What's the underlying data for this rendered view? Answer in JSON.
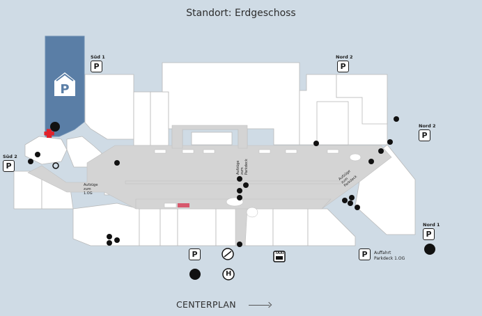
{
  "header": {
    "title": "Standort: Erdgeschoss"
  },
  "parking": {
    "sued1": {
      "label": "Süd 1",
      "glyph": "P"
    },
    "sued2": {
      "label": "Süd 2",
      "glyph": "P"
    },
    "nord2_top": {
      "label": "Nord 2",
      "glyph": "P"
    },
    "nord2_right": {
      "label": "Nord 2",
      "glyph": "P"
    },
    "nord1": {
      "label": "Nord 1",
      "glyph": "P"
    },
    "bottom": {
      "glyph": "P"
    },
    "parkdeck": {
      "glyph": "P",
      "line1": "Auffahrt",
      "line2": "Parkdeck 1.OG"
    }
  },
  "labels": {
    "aufzuege_left": "Aufzüge zum 1.OG",
    "aufzuege_right": "Aufzüge zum Parkdeck",
    "aufzuege_center": "Aufzüge zum Parkdeck",
    "taxi": "TAXI",
    "bus": "H"
  },
  "footer": {
    "link": "CENTERPLAN"
  },
  "colors": {
    "background": "#cfdbe5",
    "store": "#ffffff",
    "mall_floor": "#d4d4d4",
    "parking_garage": "#5a7ea6",
    "pharmacy": "#e1222b",
    "highlight_store": "#d7586c",
    "icon": "#111111"
  }
}
